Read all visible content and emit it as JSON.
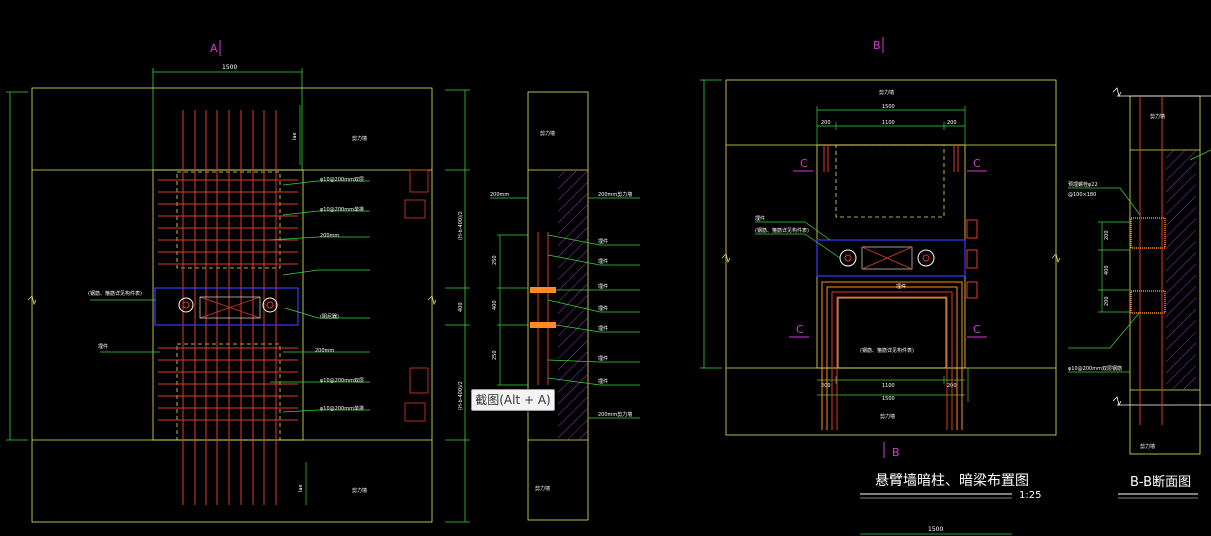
{
  "section_marks": {
    "a_top": "A",
    "b_top": "B",
    "b_bottom": "B",
    "c": "C"
  },
  "dims": {
    "w1500": "1500",
    "w1100": "1100",
    "w200": "200",
    "h400": "400",
    "lae": "lae",
    "h200": "200",
    "h_half_top": "(H-b-400)/2",
    "h_half_bot": "(H-b-400)/2",
    "side250": "250",
    "side400": "400"
  },
  "labels": {
    "hidden_beam_top": "φ10@200mm双层",
    "hidden_beam_mid": "φ10@200mm单排",
    "d200mm": "200mm",
    "damper": "(阻尼器)",
    "wall_name": "剪力墙",
    "section_200": "200mm剪力墙",
    "rebar_note": "(钢筋、箍筋详见构件表)",
    "embed_plate": "埋件",
    "bolt": "预埋螺栓φ22",
    "bolt_spec": "@100×180",
    "bottom_rebar": "φ10@200mm双层钢筋"
  },
  "drawing_titles": {
    "main": "悬臂墙暗柱、暗梁布置图",
    "scale": "1:25",
    "section": "B-B断面图",
    "bottom_dim": "1500"
  },
  "tooltip": {
    "text": "截图(Alt + A)"
  },
  "colors": {
    "background": "#000000",
    "outline": "#e6e65a",
    "dimension": "#39d439",
    "rebar_red": "#e03a2a",
    "rebar_orange": "#ff8a2a",
    "damper_blue": "#3838ff",
    "section_magenta": "#d43ad4",
    "text_white": "#ffffff",
    "hatch": "#8a3ac4"
  }
}
